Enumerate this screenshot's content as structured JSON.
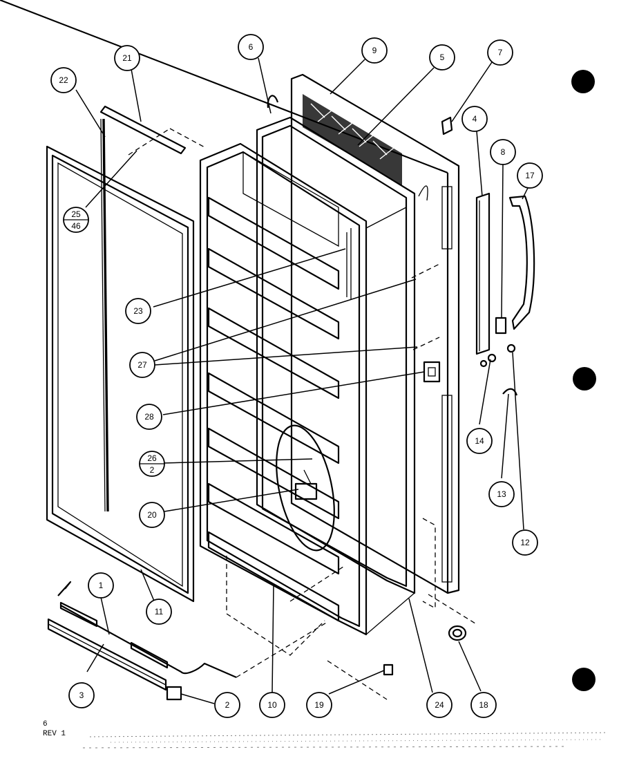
{
  "diagram": {
    "callouts": [
      {
        "id": "1",
        "label": "1"
      },
      {
        "id": "2",
        "label": "2"
      },
      {
        "id": "3",
        "label": "3"
      },
      {
        "id": "4",
        "label": "4"
      },
      {
        "id": "5",
        "label": "5"
      },
      {
        "id": "6",
        "label": "6"
      },
      {
        "id": "7",
        "label": "7"
      },
      {
        "id": "8",
        "label": "8"
      },
      {
        "id": "9",
        "label": "9"
      },
      {
        "id": "10",
        "label": "10"
      },
      {
        "id": "11",
        "label": "11"
      },
      {
        "id": "12",
        "label": "12"
      },
      {
        "id": "13",
        "label": "13"
      },
      {
        "id": "14",
        "label": "14"
      },
      {
        "id": "17",
        "label": "17"
      },
      {
        "id": "18",
        "label": "18"
      },
      {
        "id": "19",
        "label": "19"
      },
      {
        "id": "20",
        "label": "20"
      },
      {
        "id": "21",
        "label": "21"
      },
      {
        "id": "22",
        "label": "22"
      },
      {
        "id": "23",
        "label": "23"
      },
      {
        "id": "24",
        "label": "24"
      },
      {
        "id": "27",
        "label": "27"
      },
      {
        "id": "28",
        "label": "28"
      }
    ],
    "fraction_callouts": [
      {
        "id": "25-46",
        "top": "25",
        "bottom": "46"
      },
      {
        "id": "26-2",
        "top": "26",
        "bottom": "2"
      }
    ],
    "footer": {
      "line1": "6",
      "line2": "REV  1"
    }
  }
}
